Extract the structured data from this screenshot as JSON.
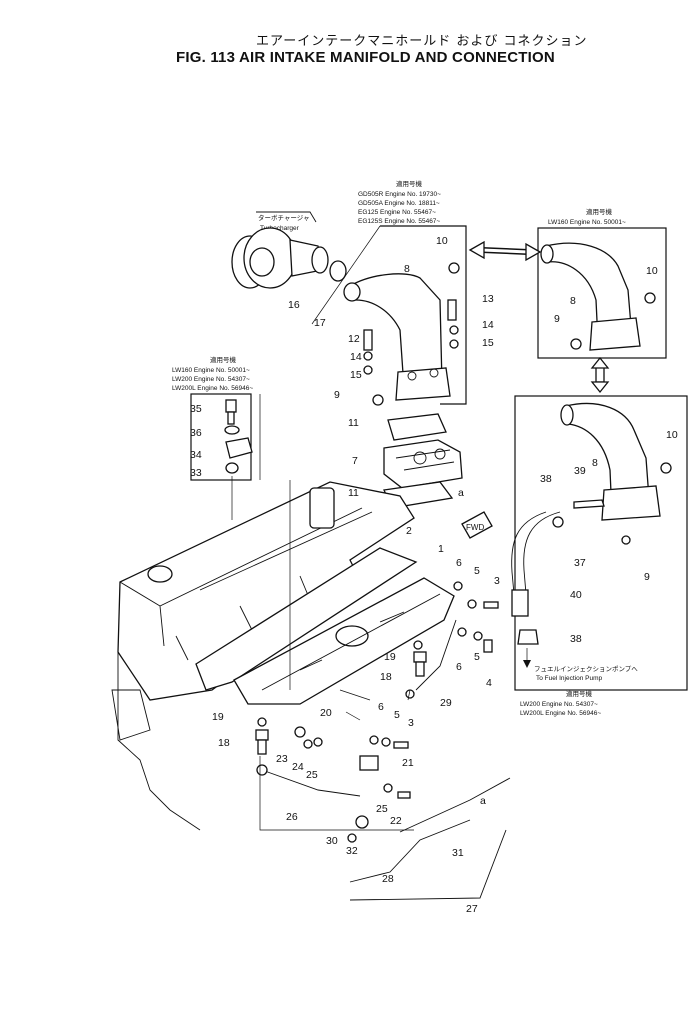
{
  "header": {
    "title_jp": "エアーインテークマニホールド および コネクション",
    "title_en": "FIG. 113 AIR INTAKE MANIFOLD AND CONNECTION"
  },
  "notes": {
    "turbo_jp": "ターボチャージャ",
    "turbo_en": "Turbocharger",
    "fuel_jp": "フュエルインジェクションポンプへ",
    "fuel_en": "To Fuel Injection Pump",
    "fwd": "FWD",
    "ref_a": "a"
  },
  "applicability": {
    "top": {
      "heading": "適用号機",
      "lines": [
        "GD505R  Engine  No.  19730~",
        "GD505A  Engine  No.  18811~",
        "EG125   Engine  No.  55467~",
        "EG125S  Engine  No.  55467~"
      ]
    },
    "right": {
      "heading": "適用号機",
      "lines": [
        "LW160  Engine  No.  50001~"
      ]
    },
    "left": {
      "heading": "適用号機",
      "lines": [
        "LW160   Engine  No.  50001~",
        "LW200   Engine  No.  54307~",
        "LW200L  Engine  No.  56946~"
      ]
    },
    "bottom": {
      "heading": "適用号機",
      "lines": [
        "LW200   Engine  No.  54307~",
        "LW200L  Engine  No.  56946~"
      ]
    }
  },
  "callouts": [
    "1",
    "2",
    "3",
    "3",
    "4",
    "5",
    "5",
    "5",
    "6",
    "6",
    "6",
    "7",
    "8",
    "8",
    "8",
    "9",
    "9",
    "9",
    "10",
    "10",
    "10",
    "11",
    "11",
    "12",
    "13",
    "14",
    "14",
    "15",
    "15",
    "16",
    "17",
    "18",
    "18",
    "19",
    "19",
    "20",
    "21",
    "22",
    "23",
    "24",
    "25",
    "25",
    "26",
    "27",
    "28",
    "29",
    "30",
    "31",
    "32",
    "33",
    "34",
    "35",
    "36",
    "37",
    "38",
    "38",
    "39",
    "40"
  ]
}
